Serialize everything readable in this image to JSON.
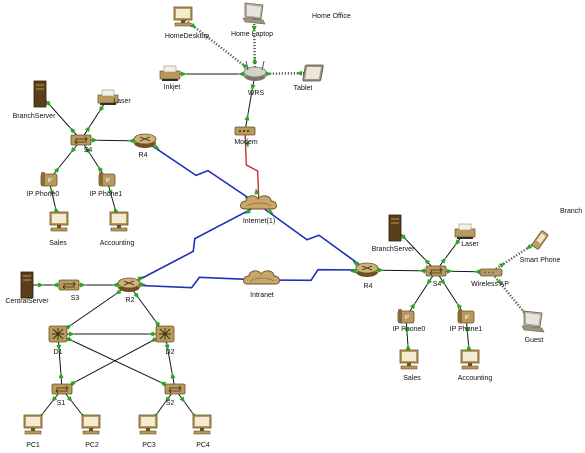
{
  "colors": {
    "copper": "#151515",
    "serial": "#1f2fb8",
    "coax": "#c81e1e",
    "wireless": "#5a5a5a",
    "port_up": "#27a627",
    "device_tan": "#b79a5c",
    "device_dark": "#6d5124"
  },
  "regions": {
    "home_office": "Home Office",
    "branch": "Branch"
  },
  "devices": {
    "home_desktop": {
      "label": "HomeDesktop",
      "icon": "pc-icon"
    },
    "home_laptop": {
      "label": "Home Laptop",
      "icon": "laptop-icon"
    },
    "inkjet": {
      "label": "Inkjet",
      "icon": "printer-icon"
    },
    "wrs": {
      "label": "WRS",
      "icon": "wireless-router-icon"
    },
    "tablet": {
      "label": "Tablet",
      "icon": "tablet-icon"
    },
    "modem": {
      "label": "Modem",
      "icon": "modem-icon"
    },
    "internet": {
      "label": "Internet(1)",
      "icon": "cloud-icon"
    },
    "intranet": {
      "label": "Intranet",
      "icon": "cloud-icon"
    },
    "branch_server_l": {
      "label": "BranchServer",
      "icon": "server-icon"
    },
    "laser_l": {
      "label": "Laser",
      "icon": "printer-icon"
    },
    "s4_l": {
      "label": "S4",
      "icon": "switch-icon"
    },
    "r4_l": {
      "label": "R4",
      "icon": "router-icon"
    },
    "ipphone0_l": {
      "label": "IP Phone0",
      "icon": "ip-phone-icon"
    },
    "ipphone1_l": {
      "label": "IP Phone1",
      "icon": "ip-phone-icon"
    },
    "sales_l": {
      "label": "Sales",
      "icon": "pc-icon"
    },
    "accounting_l": {
      "label": "Accounting",
      "icon": "pc-icon"
    },
    "central_server": {
      "label": "CentralServer",
      "icon": "server-icon"
    },
    "s3": {
      "label": "S3",
      "icon": "switch-icon"
    },
    "r2": {
      "label": "R2",
      "icon": "router-icon"
    },
    "d1": {
      "label": "D1",
      "icon": "multilayer-switch-icon"
    },
    "d2": {
      "label": "D2",
      "icon": "multilayer-switch-icon"
    },
    "s1": {
      "label": "S1",
      "icon": "switch-icon"
    },
    "s2": {
      "label": "S2",
      "icon": "switch-icon"
    },
    "pc1": {
      "label": "PC1",
      "icon": "pc-icon"
    },
    "pc2": {
      "label": "PC2",
      "icon": "pc-icon"
    },
    "pc3": {
      "label": "PC3",
      "icon": "pc-icon"
    },
    "pc4": {
      "label": "PC4",
      "icon": "pc-icon"
    },
    "branch_server_r": {
      "label": "BranchServer",
      "icon": "server-icon"
    },
    "laser_r": {
      "label": "Laser",
      "icon": "printer-icon"
    },
    "r4_r": {
      "label": "R4",
      "icon": "router-icon"
    },
    "s4_r": {
      "label": "S4",
      "icon": "switch-icon"
    },
    "wireless_ap": {
      "label": "Wireless AP",
      "icon": "access-point-icon"
    },
    "smart_phone": {
      "label": "Smart Phone",
      "icon": "smartphone-icon"
    },
    "guest": {
      "label": "Guest",
      "icon": "laptop-icon"
    },
    "ipphone0_r": {
      "label": "IP Phone0",
      "icon": "ip-phone-icon"
    },
    "ipphone1_r": {
      "label": "IP Phone1",
      "icon": "ip-phone-icon"
    },
    "sales_r": {
      "label": "Sales",
      "icon": "pc-icon"
    },
    "accounting_r": {
      "label": "Accounting",
      "icon": "pc-icon"
    }
  },
  "links": [
    {
      "from": "home_desktop",
      "to": "wrs",
      "type": "wireless"
    },
    {
      "from": "home_laptop",
      "to": "wrs",
      "type": "wireless"
    },
    {
      "from": "tablet",
      "to": "wrs",
      "type": "wireless"
    },
    {
      "from": "inkjet",
      "to": "wrs",
      "type": "copper"
    },
    {
      "from": "wrs",
      "to": "modem",
      "type": "copper"
    },
    {
      "from": "modem",
      "to": "internet",
      "type": "coax"
    },
    {
      "from": "r4_l",
      "to": "internet",
      "type": "serial"
    },
    {
      "from": "r2",
      "to": "internet",
      "type": "serial"
    },
    {
      "from": "r4_r",
      "to": "internet",
      "type": "serial"
    },
    {
      "from": "r2",
      "to": "intranet",
      "type": "serial"
    },
    {
      "from": "intranet",
      "to": "r4_r",
      "type": "serial"
    },
    {
      "from": "s4_l",
      "to": "r4_l",
      "type": "copper"
    },
    {
      "from": "branch_server_l",
      "to": "s4_l",
      "type": "copper"
    },
    {
      "from": "laser_l",
      "to": "s4_l",
      "type": "copper"
    },
    {
      "from": "s4_l",
      "to": "ipphone0_l",
      "type": "copper"
    },
    {
      "from": "s4_l",
      "to": "ipphone1_l",
      "type": "copper"
    },
    {
      "from": "ipphone0_l",
      "to": "sales_l",
      "type": "copper"
    },
    {
      "from": "ipphone1_l",
      "to": "accounting_l",
      "type": "copper"
    },
    {
      "from": "central_server",
      "to": "s3",
      "type": "copper"
    },
    {
      "from": "s3",
      "to": "r2",
      "type": "copper"
    },
    {
      "from": "r2",
      "to": "d1",
      "type": "copper"
    },
    {
      "from": "r2",
      "to": "d2",
      "type": "copper"
    },
    {
      "from": "d1",
      "to": "d2",
      "type": "copper"
    },
    {
      "from": "d1",
      "to": "s1",
      "type": "copper"
    },
    {
      "from": "d1",
      "to": "s2",
      "type": "copper"
    },
    {
      "from": "d2",
      "to": "s1",
      "type": "copper"
    },
    {
      "from": "d2",
      "to": "s2",
      "type": "copper"
    },
    {
      "from": "s1",
      "to": "pc1",
      "type": "copper"
    },
    {
      "from": "s1",
      "to": "pc2",
      "type": "copper"
    },
    {
      "from": "s2",
      "to": "pc3",
      "type": "copper"
    },
    {
      "from": "s2",
      "to": "pc4",
      "type": "copper"
    },
    {
      "from": "r4_r",
      "to": "s4_r",
      "type": "copper"
    },
    {
      "from": "branch_server_r",
      "to": "s4_r",
      "type": "copper"
    },
    {
      "from": "laser_r",
      "to": "s4_r",
      "type": "copper"
    },
    {
      "from": "s4_r",
      "to": "wireless_ap",
      "type": "copper"
    },
    {
      "from": "wireless_ap",
      "to": "smart_phone",
      "type": "wireless"
    },
    {
      "from": "wireless_ap",
      "to": "guest",
      "type": "wireless"
    },
    {
      "from": "s4_r",
      "to": "ipphone0_r",
      "type": "copper"
    },
    {
      "from": "s4_r",
      "to": "ipphone1_r",
      "type": "copper"
    },
    {
      "from": "ipphone0_r",
      "to": "sales_r",
      "type": "copper"
    },
    {
      "from": "ipphone1_r",
      "to": "accounting_r",
      "type": "copper"
    }
  ]
}
